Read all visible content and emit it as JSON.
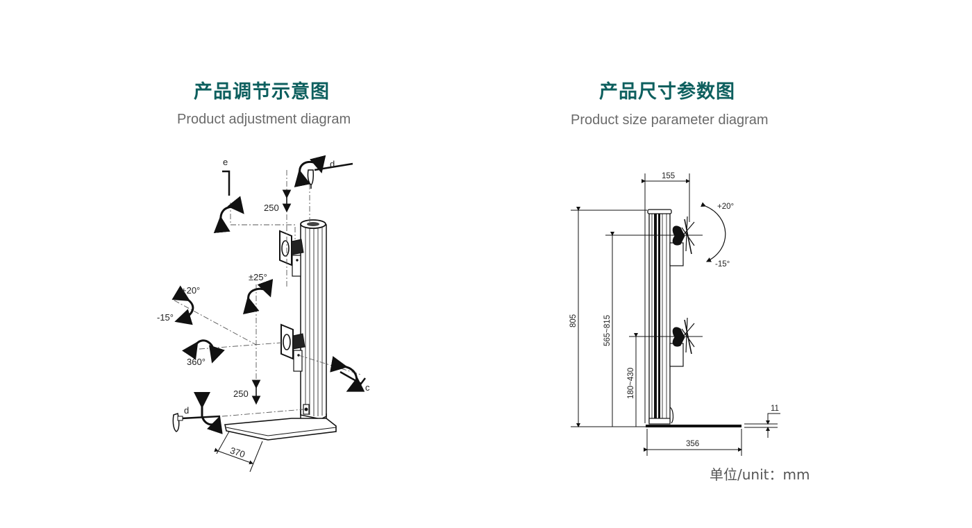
{
  "left_panel": {
    "title_cn": "产品调节示意图",
    "title_en": "Product adjustment diagram",
    "labels": {
      "e": "e",
      "d_top": "d",
      "d_bottom": "d",
      "c": "c",
      "height_top": "250",
      "height_bottom": "250",
      "swivel": "±25°",
      "tilt_plus": "+20°",
      "tilt_minus": "-15°",
      "rotation": "360°",
      "base_depth": "370"
    }
  },
  "right_panel": {
    "title_cn": "产品尺寸参数图",
    "title_en": "Product size parameter diagram",
    "dimensions": {
      "arm_reach": "155",
      "total_height": "805",
      "upper_mount_range": "565~815",
      "lower_mount_range": "180~430",
      "base_width": "356",
      "base_thickness": "11",
      "tilt_plus": "+20°",
      "tilt_minus": "-15°"
    },
    "unit_label": "单位/unit：mm"
  }
}
